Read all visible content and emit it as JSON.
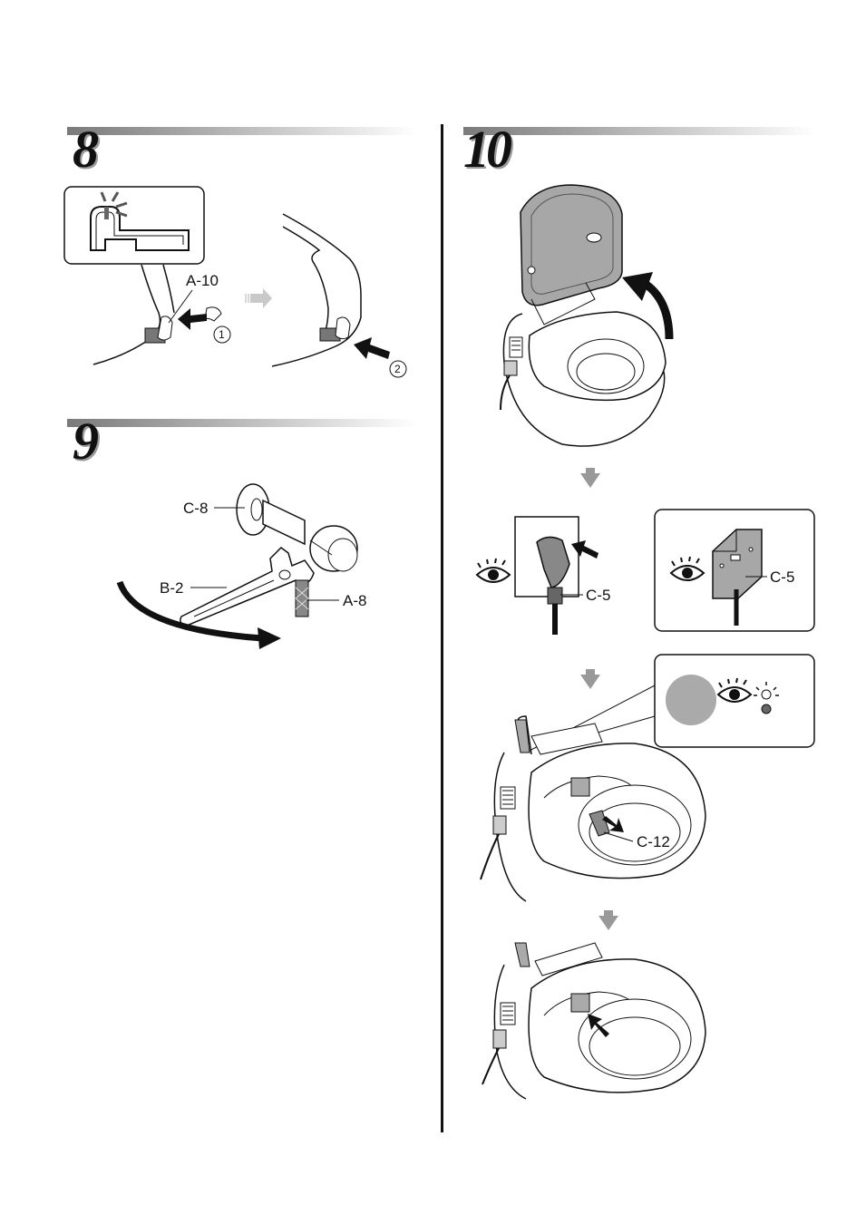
{
  "steps": {
    "s8": {
      "number": "8",
      "label_a10": "A-10",
      "circle_1": "1",
      "circle_2": "2"
    },
    "s9": {
      "number": "9",
      "label_c8": "C-8",
      "label_b2": "B-2",
      "label_a8": "A-8"
    },
    "s10": {
      "number": "10",
      "label_c5_plug": "C-5",
      "label_c5_box": "C-5",
      "label_c12": "C-12"
    }
  }
}
